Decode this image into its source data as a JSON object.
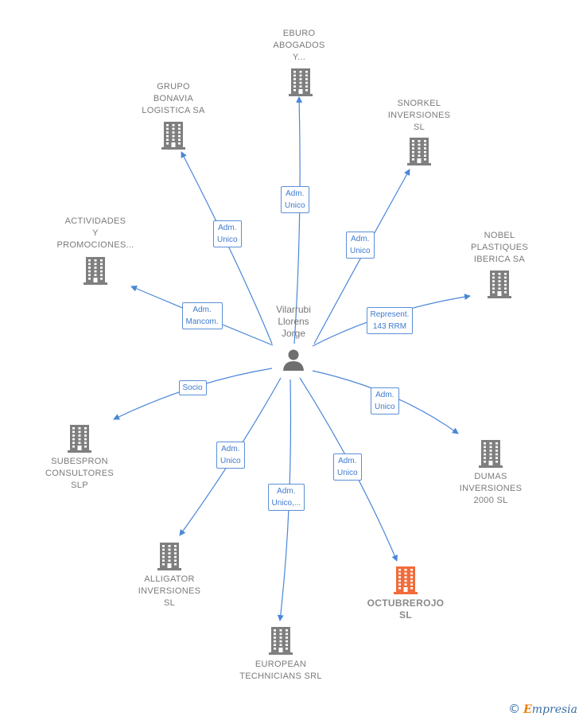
{
  "center": {
    "label": "Vilarrubi\nLlorens\nJorge",
    "icon": "person-icon"
  },
  "colors": {
    "edge": "#4a86d8",
    "building": "#7f7f7f",
    "highlight_building": "#f26b3a"
  },
  "nodes": [
    {
      "id": "eburo",
      "label": "EBURO\nABOGADOS\nY...",
      "role": "Adm.\nUnico"
    },
    {
      "id": "grupo-bonavia",
      "label": "GRUPO\nBONAVIA\nLOGISTICA SA",
      "role": "Adm.\nUnico"
    },
    {
      "id": "snorkel",
      "label": "SNORKEL\nINVERSIONES\nSL",
      "role": "Adm.\nUnico"
    },
    {
      "id": "actividades",
      "label": "ACTIVIDADES\nY\nPROMOCIONES...",
      "role": "Adm.\nMancom."
    },
    {
      "id": "nobel",
      "label": "NOBEL\nPLASTIQUES\nIBERICA SA",
      "role": "Represent.\n143 RRM"
    },
    {
      "id": "subespron",
      "label": "SUBESPRON\nCONSULTORES\nSLP",
      "role": "Socio"
    },
    {
      "id": "dumas",
      "label": "DUMAS\nINVERSIONES\n2000  SL",
      "role": "Adm.\nUnico"
    },
    {
      "id": "alligator",
      "label": "ALLIGATOR\nINVERSIONES\nSL",
      "role": "Adm.\nUnico"
    },
    {
      "id": "european",
      "label": "EUROPEAN\nTECHNICIANS SRL",
      "role": "Adm.\nUnico,..."
    },
    {
      "id": "octubrerojo",
      "label": "OCTUBREROJO\nSL",
      "role": "Adm.\nUnico",
      "highlight": true
    }
  ],
  "footer": {
    "copyright": "©",
    "brand_first": "E",
    "brand_rest": "mpresia"
  }
}
